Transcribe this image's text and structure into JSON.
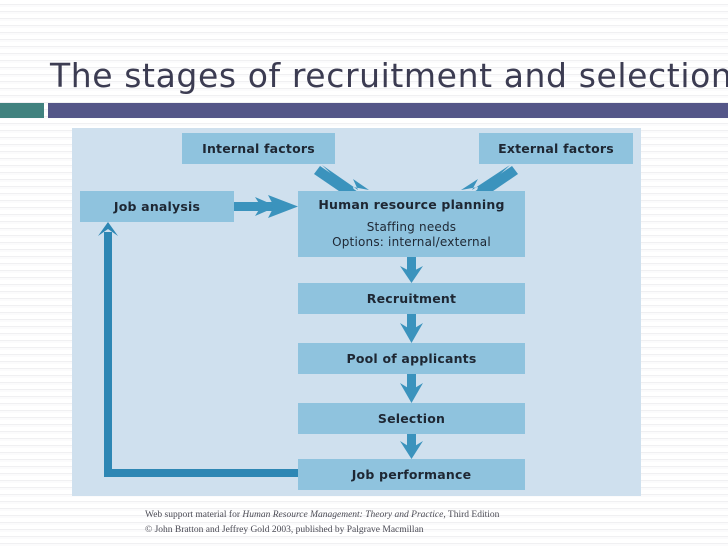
{
  "slide": {
    "title": "The stages of recruitment and selection",
    "colors": {
      "title_text": "#3c3c52",
      "divider_square": "#41827f",
      "divider_bar": "#545688",
      "panel_background": "#cfe0ee",
      "box_fill": "#8fc3de",
      "arrow": "#3b93bd",
      "box_text": "#1e2733"
    }
  },
  "diagram": {
    "type": "flowchart",
    "boxes": {
      "internal_factors": "Internal factors",
      "external_factors": "External factors",
      "job_analysis": "Job analysis",
      "human_resource_planning": {
        "title": "Human resource planning",
        "line1": "Staffing needs",
        "line2": "Options: internal/external"
      },
      "recruitment": "Recruitment",
      "pool_of_applicants": "Pool of applicants",
      "selection": "Selection",
      "job_performance": "Job performance"
    },
    "arrows": [
      {
        "from": "internal_factors",
        "to": "human_resource_planning",
        "direction": "diagonal-down-right"
      },
      {
        "from": "external_factors",
        "to": "human_resource_planning",
        "direction": "diagonal-down-left"
      },
      {
        "from": "job_analysis",
        "to": "human_resource_planning",
        "direction": "right"
      },
      {
        "from": "human_resource_planning",
        "to": "recruitment",
        "direction": "down"
      },
      {
        "from": "recruitment",
        "to": "pool_of_applicants",
        "direction": "down"
      },
      {
        "from": "pool_of_applicants",
        "to": "selection",
        "direction": "down"
      },
      {
        "from": "selection",
        "to": "job_performance",
        "direction": "down"
      },
      {
        "from": "job_performance",
        "to": "job_analysis",
        "direction": "feedback-loop-left-up"
      }
    ]
  },
  "caption": {
    "line1_prefix": "Web support material for ",
    "line1_italic": "Human Resource Management: Theory and Practice",
    "line1_suffix": ", Third Edition",
    "line2": "© John Bratton and Jeffrey Gold 2003, published by Palgrave Macmillan"
  }
}
